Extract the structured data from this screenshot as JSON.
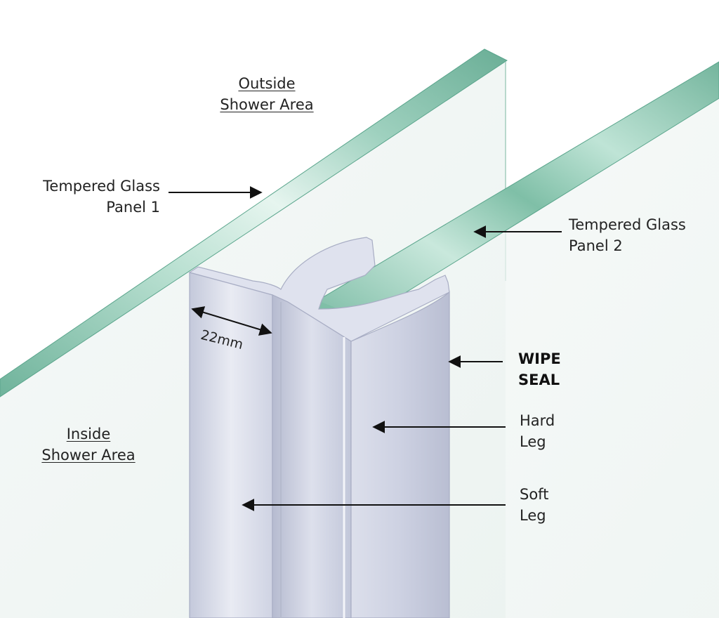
{
  "labels": {
    "outside": {
      "line1": "Outside",
      "line2": "Shower Area"
    },
    "inside": {
      "line1": "Inside",
      "line2": "Shower Area"
    },
    "panel1": {
      "line1": "Tempered Glass",
      "line2": "Panel 1"
    },
    "panel2": {
      "line1": "Tempered Glass",
      "line2": "Panel 2"
    },
    "wipe_seal": {
      "line1": "WIPE",
      "line2": "SEAL"
    },
    "hard_leg": {
      "line1": "Hard",
      "line2": "Leg"
    },
    "soft_leg": {
      "line1": "Soft",
      "line2": "Leg"
    },
    "dimension": "22mm"
  },
  "colors": {
    "glass_edge": "#8fc9b4",
    "glass_edge_dark": "#5aa58c",
    "glass_face": "#eef4f2",
    "seal": "#d3d7e6",
    "seal_dark": "#aeb3c8",
    "arrow": "#111111"
  }
}
